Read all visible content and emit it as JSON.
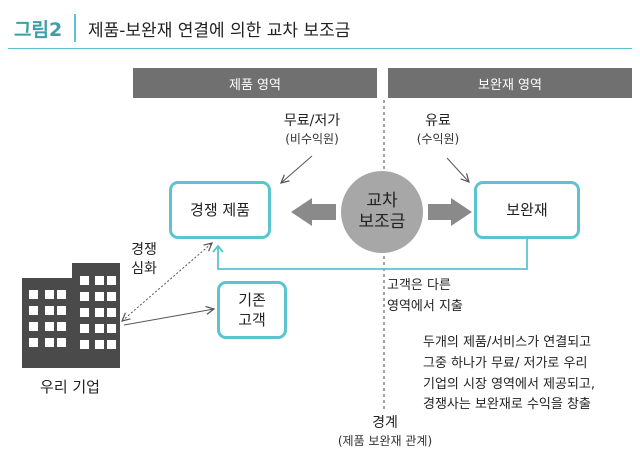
{
  "figure": {
    "number": "그림2",
    "title": "제품-보완재 연결에 의한 교차 보조금"
  },
  "zones": {
    "left": "제품 영역",
    "right": "보완재 영역"
  },
  "left_label": {
    "main": "무료/저가",
    "sub": "(비수익원)"
  },
  "right_label": {
    "main": "유료",
    "sub": "(수익원)"
  },
  "boxes": {
    "competing": "경쟁 제품",
    "complement": "보완재",
    "existing_line1": "기존",
    "existing_line2": "고객"
  },
  "center": {
    "line1": "교차",
    "line2": "보조금"
  },
  "competition": {
    "line1": "경쟁",
    "line2": "심화"
  },
  "company": "우리 기업",
  "spending": {
    "line1": "고객은 다른",
    "line2": "영역에서 지출"
  },
  "note": [
    "두개의 제품/서비스가 연결되고",
    "그중 하나가 무료/ 저가로 우리",
    "기업의 시장 영역에서 제공되고,",
    "경쟁사는 보완재로 수익을 창출"
  ],
  "boundary": {
    "main": "경계",
    "sub": "(제품 보완재 관계)"
  },
  "colors": {
    "accent": "#5bc4cf",
    "header": "#707070",
    "circle": "#a7a7a7",
    "arrow": "#8a8a8a"
  }
}
